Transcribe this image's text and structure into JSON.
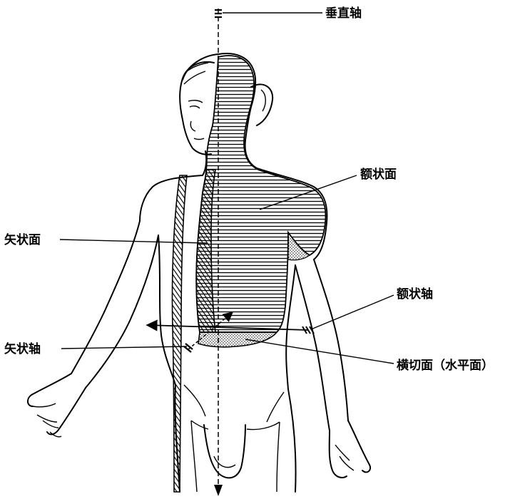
{
  "labels": {
    "vertical_axis": "垂直轴",
    "frontal_plane": "额状面",
    "sagittal_plane": "矢状面",
    "frontal_axis": "额状轴",
    "sagittal_axis": "矢状轴",
    "transverse_plane": "横切面（水平面）"
  }
}
